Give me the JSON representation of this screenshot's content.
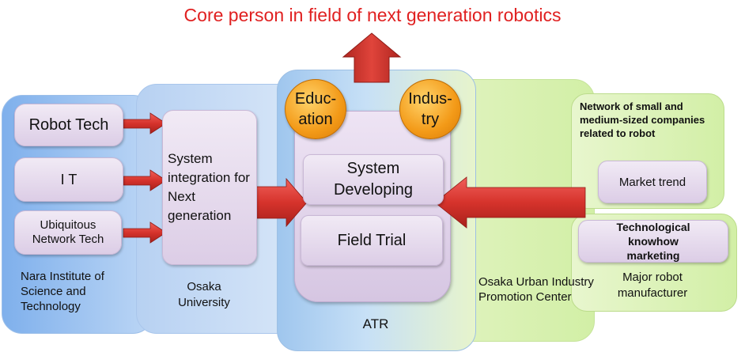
{
  "title": "Core person in field of next generation robotics",
  "nara": {
    "boxes": [
      "Robot Tech",
      "I T",
      "Ubiquitous Network Tech"
    ],
    "label": "Nara Institute of Science and Technology"
  },
  "osaka_university": {
    "box": "System integration for Next generation",
    "label": "Osaka University"
  },
  "atr": {
    "education": "Educ-ation",
    "industry": "Indus-try",
    "system_developing": "System Developing",
    "field_trial": "Field Trial",
    "label": "ATR"
  },
  "osaka_urban": {
    "label": "Osaka Urban Industry Promotion Center"
  },
  "small_medium": {
    "label": "Network of small and medium-sized companies related to robot",
    "box": "Market trend"
  },
  "major": {
    "box": "Technological knowhow marketing",
    "label": "Major robot manufacturer"
  },
  "colors": {
    "title": "#e02020",
    "arrow": "#d6332c",
    "blue_panel": "#8fb8ea",
    "green_panel": "#d9f2b0",
    "orange_circle": "#f39a18"
  }
}
